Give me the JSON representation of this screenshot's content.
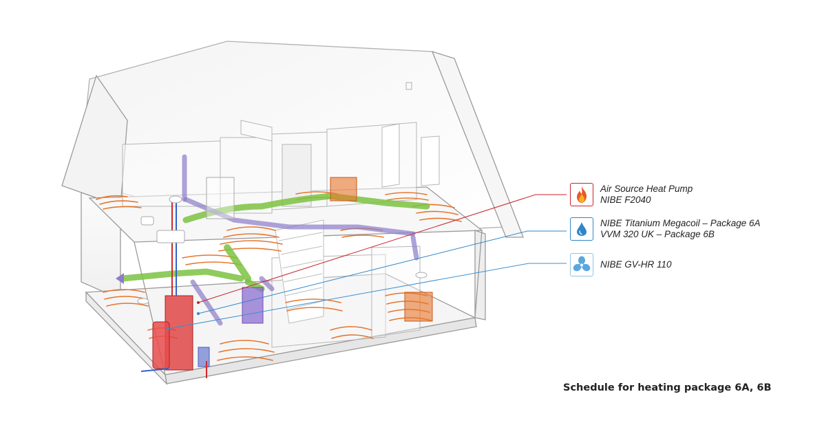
{
  "legend": [
    {
      "id": "heatpump",
      "icon": "flame-icon",
      "color": "#c8202a",
      "lines": [
        "Air Source Heat Pump",
        "NIBE F2040"
      ]
    },
    {
      "id": "megacoil",
      "icon": "water-drop-icon",
      "color": "#2e86c8",
      "lines": [
        "NIBE Titanium Megacoil – Package 6A",
        "VVM 320 UK – Package 6B"
      ]
    },
    {
      "id": "ventilation",
      "icon": "fan-icon",
      "color": "#5aa7de",
      "lines": [
        "NIBE GV-HR 110"
      ]
    }
  ],
  "caption": "Schedule for heating package 6A, 6B",
  "colors": {
    "heating_pipe": "#e8742a",
    "supply_air_duct": "#7dc242",
    "extract_air_duct": "#8c7cc8",
    "hot_water_cylinder": "#e03c3c",
    "house_outline": "#9a9a9a"
  }
}
